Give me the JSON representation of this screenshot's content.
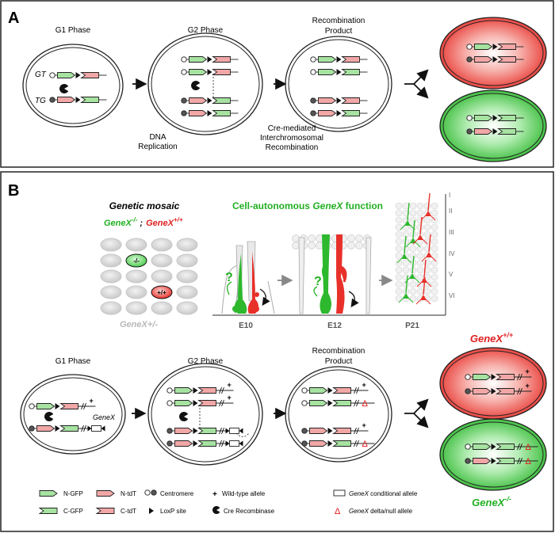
{
  "panel_a": {
    "letter": "A",
    "g1_title": "G1 Phase",
    "g2_title": "G2 Phase",
    "rec_title_1": "Recombination",
    "rec_title_2": "Product",
    "gt_label": "GT",
    "tg_label": "TG",
    "dna_rep_1": "DNA",
    "dna_rep_2": "Replication",
    "cre_1": "Cre-mediated",
    "cre_2": "Interchromosomal",
    "cre_3": "Recombination"
  },
  "panel_b": {
    "letter": "B",
    "mosaic_title": "Genetic mosaic",
    "mosaic_genotype_neg_base": "GeneX",
    "mosaic_genotype_neg_sup": "-/-",
    "mosaic_sep": ";",
    "mosaic_genotype_pos_base": "GeneX",
    "mosaic_genotype_pos_sup": "+/+",
    "cell_neg_label": "-/-",
    "cell_pos_label": "+/+",
    "background_genotype": "GeneX+/-",
    "function_title_pre": "Cell-autonomous ",
    "function_title_gene": "GeneX",
    "function_title_post": " function",
    "question_mark": "?",
    "stages": [
      "E10",
      "E12",
      "P21"
    ],
    "layers": [
      "I",
      "II",
      "III",
      "IV",
      "V",
      "VI"
    ],
    "g1_title": "G1 Phase",
    "g2_title": "G2 Phase",
    "rec_title_1": "Recombination",
    "rec_title_2": "Product",
    "plus": "+",
    "delta": "Δ",
    "genex_label": "GeneX",
    "result_pos_base": "GeneX",
    "result_pos_sup": "+/+",
    "result_neg_base": "GeneX",
    "result_neg_sup": "-/-"
  },
  "legend": {
    "n_gfp": "N-GFP",
    "c_gfp": "C-GFP",
    "n_tdt": "N-tdT",
    "c_tdt": "C-tdT",
    "centromere": "Centromere",
    "loxp": "LoxP site",
    "wild_type": "Wild-type allele",
    "cre_recombinase": "Cre Recombinase",
    "conditional_gene": "GeneX",
    "conditional_rest": " conditional allele",
    "delta_gene": "GeneX",
    "delta_rest": " delta/null allele",
    "plus_symbol": "+",
    "delta_symbol": "Δ"
  },
  "colors": {
    "gfp_fill": "#a6e3a1",
    "tdt_fill": "#f2a7a7",
    "red_cell": "#e8302a",
    "green_cell": "#2db82d",
    "delta_red": "#e01b1b",
    "green_text": "#22b022",
    "red_text": "#e02020",
    "grey_text": "#b8b8b8"
  }
}
